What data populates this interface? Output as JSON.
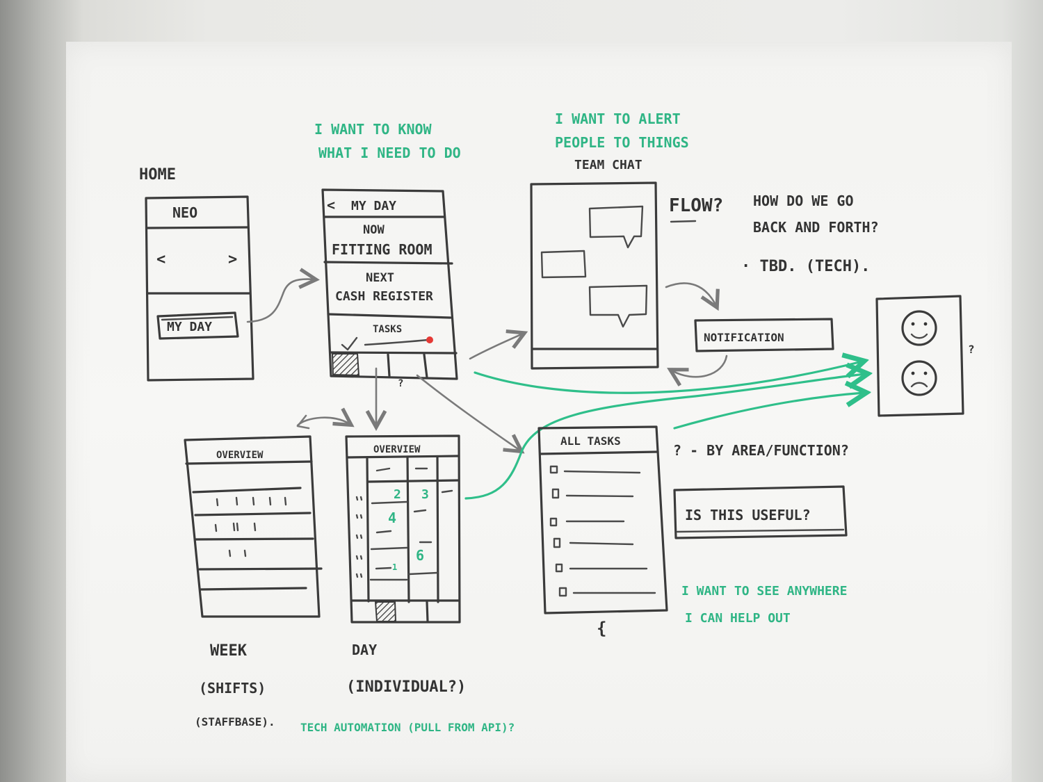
{
  "home": {
    "heading": "HOME",
    "title": "NEO",
    "prev": "<",
    "next": ">",
    "my_day_button": "MY DAY"
  },
  "myday": {
    "note_line1": "I WANT TO KNOW",
    "note_line2": "WHAT I NEED TO DO",
    "back": "<",
    "title": "MY DAY",
    "now_label": "NOW",
    "now_value": "FITTING ROOM",
    "next_label": "NEXT",
    "next_value": "CASH REGISTER",
    "tasks_label": "TASKS",
    "question": "?"
  },
  "chat": {
    "note_line1": "I WANT TO ALERT",
    "note_line2": "PEOPLE TO THINGS",
    "title": "TEAM CHAT"
  },
  "flow": {
    "label": "FLOW?",
    "question_line1": "HOW DO WE GO",
    "question_line2": "BACK AND FORTH?",
    "tbd": "· TBD. (TECH).",
    "notification": "NOTIFICATION"
  },
  "feedback": {
    "question": "?"
  },
  "alltasks": {
    "title": "ALL TASKS",
    "by_area": "? - BY AREA/FUNCTION?",
    "useful": "IS THIS USEFUL?",
    "note_line1": "I WANT TO SEE ANYWHERE",
    "note_line2": "I CAN HELP OUT",
    "more": "{"
  },
  "week": {
    "header": "OVERVIEW",
    "label": "WEEK",
    "sub1": "(SHIFTS)",
    "sub2": "(STAFFBASE)."
  },
  "day": {
    "header": "OVERVIEW",
    "label": "DAY",
    "sub1": "(INDIVIDUAL?)",
    "cells": [
      "2",
      "3",
      "4",
      "6",
      "1"
    ]
  },
  "automation": "TECH AUTOMATION (PULL FROM API)?",
  "colors": {
    "ink": "#3b3b3b",
    "green_marker": "#2fbf8a",
    "red_dot": "#e53935",
    "board": "#f3f3f1"
  }
}
